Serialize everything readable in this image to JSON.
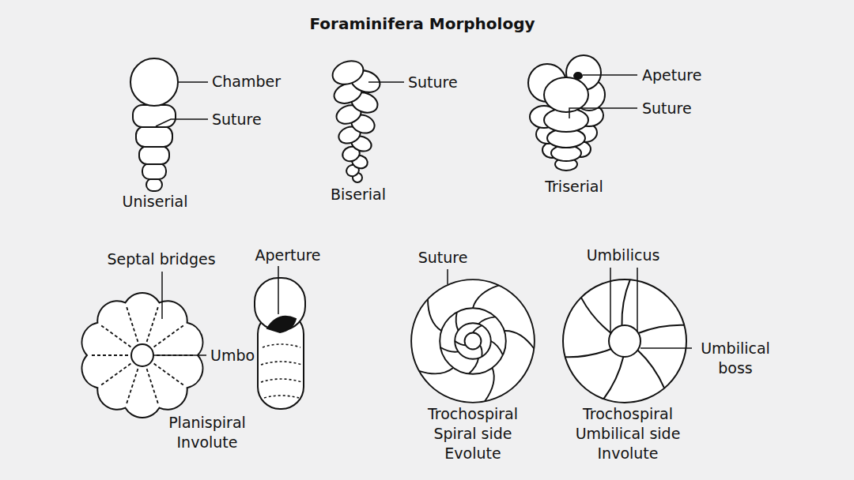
{
  "diagram": {
    "title": "Foraminifera Morphology",
    "labels": [
      "Chamber",
      "Suture",
      "Uniserial",
      "Suture",
      "Biserial",
      "Apeture",
      "Suture",
      "Triserial",
      "Septal bridges",
      "Aperture",
      "Umbo",
      "Planispiral Involute",
      "Suture",
      "Trochospiral Spiral side Evolute",
      "Umbilicus",
      "Umbilical boss",
      "Trochospiral Umbilical side Involute"
    ]
  }
}
